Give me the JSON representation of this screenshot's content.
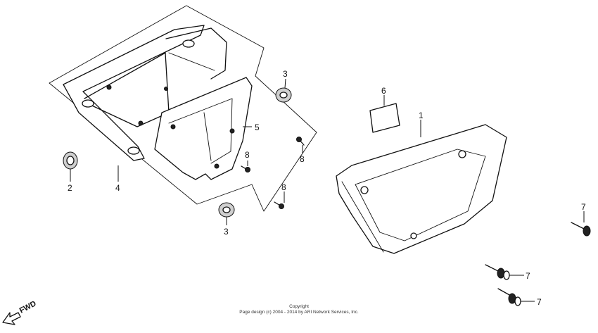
{
  "callouts": {
    "c1": "1",
    "c2": "2",
    "c3a": "3",
    "c3b": "3",
    "c4": "4",
    "c5": "5",
    "c6": "6",
    "c7a": "7",
    "c7b": "7",
    "c7c": "7",
    "c8a": "8",
    "c8b": "8",
    "c8c": "8"
  },
  "footer": {
    "line1": "Copyright",
    "line2": "Page design (c) 2004 - 2014 by ARI Network Services, Inc."
  },
  "direction": {
    "label": "FWD"
  }
}
